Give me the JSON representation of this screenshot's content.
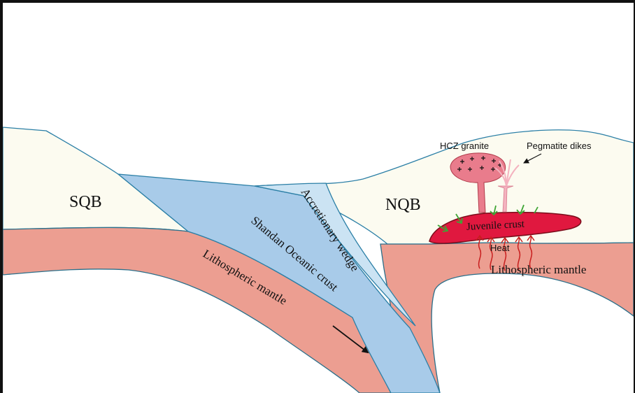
{
  "labels": {
    "sqb": "SQB",
    "nqb": "NQB",
    "accretionary_wedge": "Accretionary wedge",
    "oceanic_crust": "Shandan Oceanic crust",
    "lithospheric_mantle_left": "Lithospheric mantle",
    "lithospheric_mantle_right": "Lithospheric mantle",
    "juvenile_crust": "Juvenile crust",
    "heat": "Heat",
    "hcz_granite": "HCZ granite",
    "pegmatite_dikes": "Pegmatite dikes"
  },
  "colors": {
    "crust_fill": "#fcfbf0",
    "crust_edge": "#2b7fa6",
    "mantle_fill": "#ec9e91",
    "mantle_edge": "#2b6f8a",
    "oceanic_fill": "#a8cbe9",
    "wedge_fill": "#cbe3f3",
    "juvenile_fill": "#e0183f",
    "granite_fill": "#e97c8c",
    "dike_fill": "#f4b2bf",
    "heat_arrow": "#c81e1e",
    "fluid_arrow": "#3fa535",
    "motion_arrow": "#111111"
  }
}
